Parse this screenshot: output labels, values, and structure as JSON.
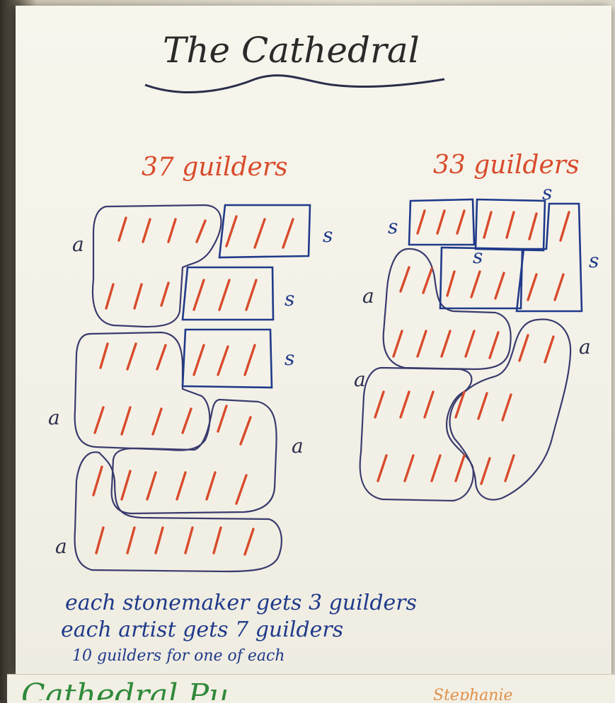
{
  "title": "The Cathedral",
  "left_total": "37 guilders",
  "right_total": "33 guilders",
  "label_a": "a",
  "label_s": "s",
  "stroke_mark": "/",
  "notes": [
    "each stonemaker gets 3 guilders",
    "each artist gets 7 guilders",
    "10 guilders for one of each"
  ],
  "bottom_sheet_left": "Cathedral Pu",
  "bottom_sheet_right": "Stephanie",
  "colors": {
    "paper": "#f5f3ea",
    "red_ink": "#d84b2c",
    "blue_ink": "#1f3a8a",
    "black_ink": "#2a2a2a",
    "group_outline": "#3a3b6e",
    "green_ink": "#2f8a3a",
    "orange_ink": "#e0904a"
  }
}
